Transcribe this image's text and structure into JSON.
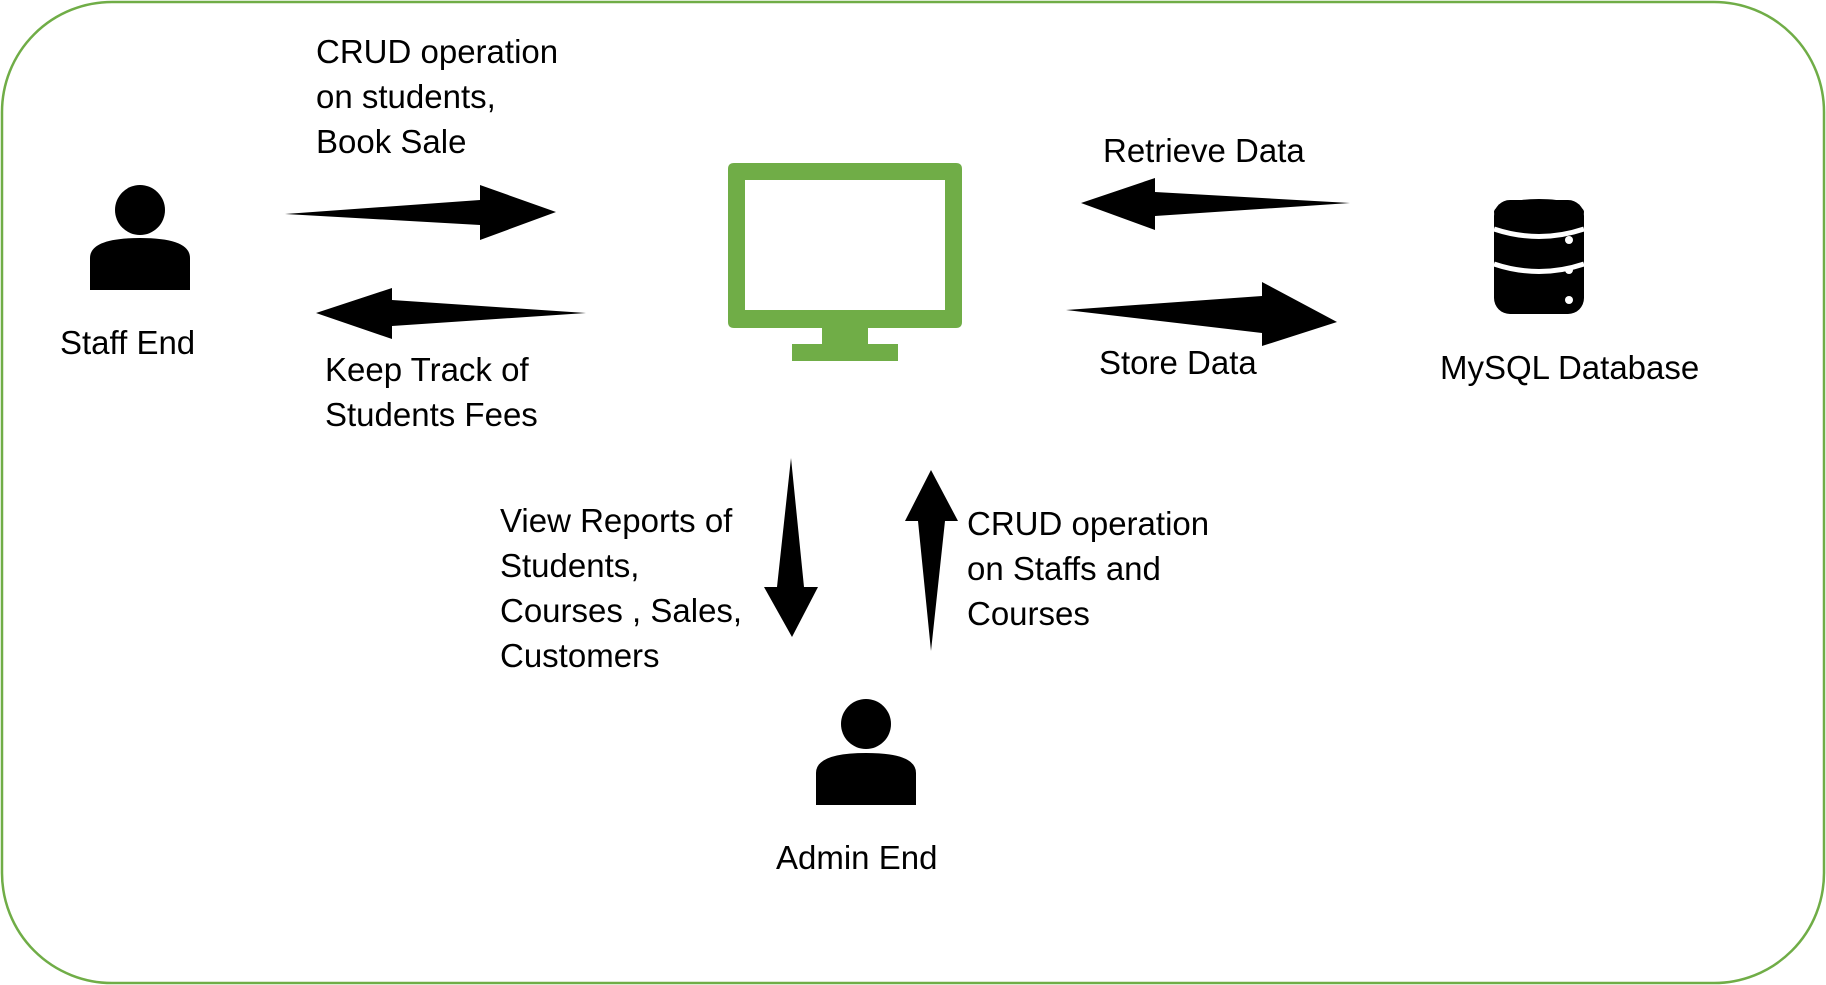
{
  "colors": {
    "frame": "#70ad47",
    "monitor": "#70ad47",
    "ink": "#000000",
    "background": "#ffffff"
  },
  "nodes": {
    "staff": {
      "label": "Staff End",
      "icon": "user-icon"
    },
    "admin": {
      "label": "Admin End",
      "icon": "user-icon"
    },
    "system": {
      "icon": "monitor-icon"
    },
    "database": {
      "label": "MySQL Database",
      "icon": "database-icon"
    }
  },
  "edges": {
    "staff_to_system": {
      "lines": [
        "CRUD operation",
        "on students,",
        "Book Sale"
      ]
    },
    "system_to_staff": {
      "lines": [
        "Keep Track of",
        "Students Fees"
      ]
    },
    "database_to_system": {
      "lines": [
        "Retrieve Data"
      ]
    },
    "system_to_database": {
      "lines": [
        "Store Data"
      ]
    },
    "system_to_admin": {
      "lines": [
        "View Reports of",
        "Students,",
        "Courses , Sales,",
        "Customers"
      ]
    },
    "admin_to_system": {
      "lines": [
        "CRUD operation",
        "on  Staffs and",
        "Courses"
      ]
    }
  }
}
